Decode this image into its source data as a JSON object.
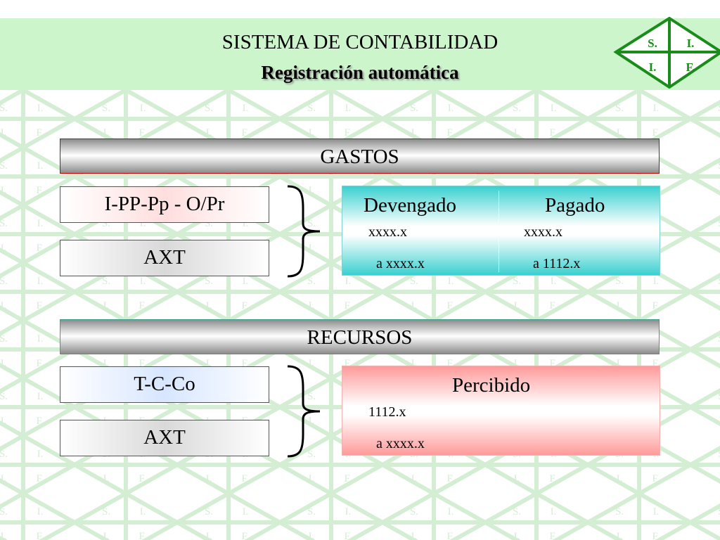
{
  "logo": {
    "cells": [
      "S.",
      "I.",
      "I.",
      "F."
    ]
  },
  "background_tile": {
    "row1": [
      "S.",
      "I."
    ],
    "row2": [
      "I.",
      "F."
    ]
  },
  "header": {
    "title": "SISTEMA DE CONTABILIDAD",
    "subtitle": "Registración automática"
  },
  "gastos": {
    "label": "GASTOS",
    "left_boxes": [
      "I-PP-Pp - O/Pr",
      "AXT"
    ],
    "columns": [
      {
        "heading": "Devengado",
        "debit": "xxxx.x",
        "credit": "a xxxx.x"
      },
      {
        "heading": "Pagado",
        "debit": "xxxx.x",
        "credit": "a 1112.x"
      }
    ]
  },
  "recursos": {
    "label": "RECURSOS",
    "left_boxes": [
      "T-C-Co",
      "AXT"
    ],
    "column": {
      "heading": "Percibido",
      "debit": "1112.x",
      "credit": "a xxxx.x"
    }
  },
  "colors": {
    "header_bg": "#ccf5cc",
    "logo_green": "#1a8c1a",
    "pattern_green": "#d4eed4",
    "gastos_panel": "#3ad0d0",
    "recursos_panel": "#ff9a9a"
  }
}
